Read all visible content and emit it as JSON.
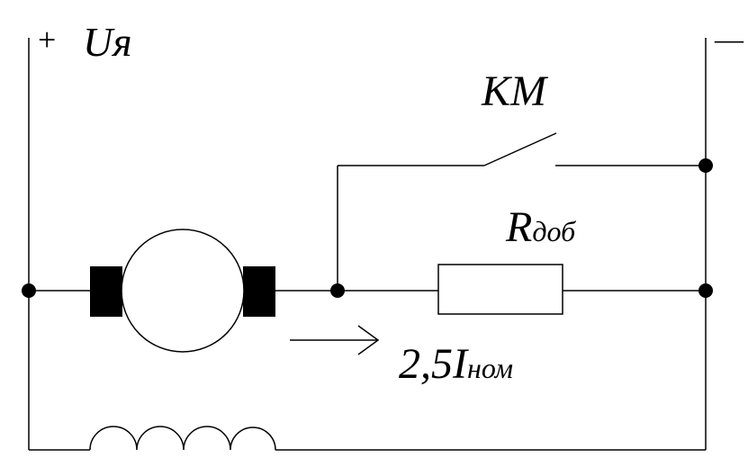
{
  "terminals": {
    "plus_sign": "+",
    "plus_label_main": "U",
    "plus_label_sub": "я",
    "minus_sign": "—"
  },
  "switch_label": "KM",
  "resistor_label": {
    "main": "R",
    "sub": "доб"
  },
  "current_label": {
    "main": "2,5I",
    "sub": "ном"
  },
  "colors": {
    "line": "#000000",
    "background": "#ffffff"
  }
}
